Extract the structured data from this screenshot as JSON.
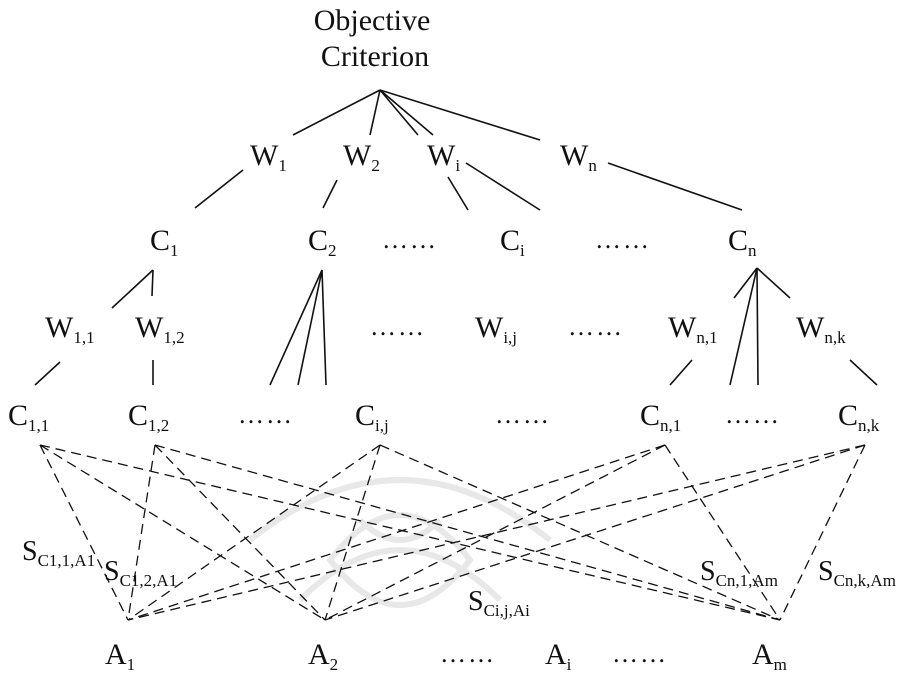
{
  "root": {
    "line1": "Objective",
    "line2": "Criterion"
  },
  "weights": [
    {
      "base": "W",
      "sub": "1"
    },
    {
      "base": "W",
      "sub": "2"
    },
    {
      "base": "W",
      "sub": "i"
    },
    {
      "base": "W",
      "sub": "n"
    }
  ],
  "criteria": [
    {
      "base": "C",
      "sub": "1"
    },
    {
      "base": "C",
      "sub": "2"
    },
    {
      "base": "C",
      "sub": "i"
    },
    {
      "base": "C",
      "sub": "n"
    }
  ],
  "subweights": [
    {
      "base": "W",
      "sub": "1,1"
    },
    {
      "base": "W",
      "sub": "1,2"
    },
    {
      "base": "W",
      "sub": "i,j"
    },
    {
      "base": "W",
      "sub": "n,1"
    },
    {
      "base": "W",
      "sub": "n,k"
    }
  ],
  "subcriteria": [
    {
      "base": "C",
      "sub": "1,1"
    },
    {
      "base": "C",
      "sub": "1,2"
    },
    {
      "base": "C",
      "sub": "i,j"
    },
    {
      "base": "C",
      "sub": "n,1"
    },
    {
      "base": "C",
      "sub": "n,k"
    }
  ],
  "scores": [
    {
      "base": "S",
      "sub": "C1,1,A1"
    },
    {
      "base": "S",
      "sub": "C1,2,A1"
    },
    {
      "base": "S",
      "sub": "Ci,j,Ai"
    },
    {
      "base": "S",
      "sub": "Cn,1,Am"
    },
    {
      "base": "S",
      "sub": "Cn,k,Am"
    }
  ],
  "alternatives": [
    {
      "base": "A",
      "sub": "1"
    },
    {
      "base": "A",
      "sub": "2"
    },
    {
      "base": "A",
      "sub": "i"
    },
    {
      "base": "A",
      "sub": "m"
    }
  ],
  "ellipsis": "……"
}
